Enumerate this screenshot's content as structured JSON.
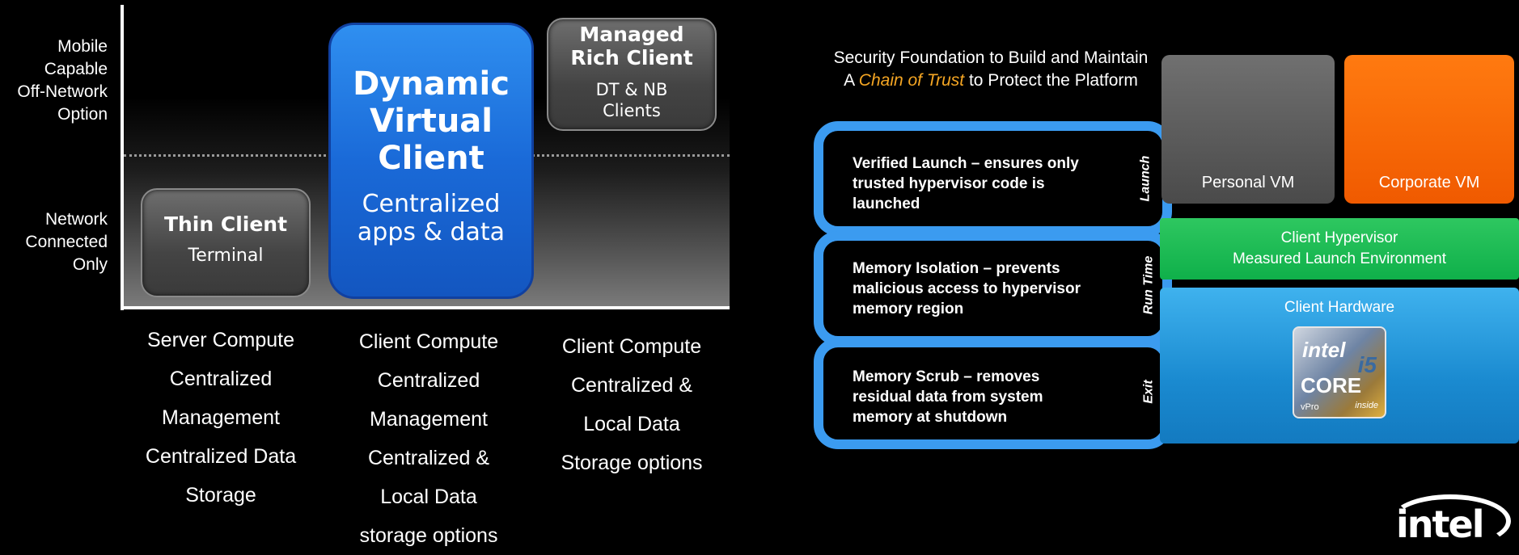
{
  "left": {
    "y_labels": {
      "top": [
        "Mobile",
        "Capable",
        "Off-Network",
        "Option"
      ],
      "bottom": [
        "Network",
        "Connected",
        "Only"
      ]
    },
    "thin_client": {
      "title": "Thin Client",
      "subtitle": "Terminal"
    },
    "dynamic_client": {
      "title": [
        "Dynamic",
        "Virtual",
        "Client"
      ],
      "subtitle": [
        "Centralized",
        "apps & data"
      ]
    },
    "managed_client": {
      "title": [
        "Managed",
        "Rich Client"
      ],
      "subtitle": [
        "DT & NB",
        "Clients"
      ]
    },
    "columns": [
      {
        "lines": [
          "Server Compute",
          "Centralized",
          "Management",
          "Centralized Data",
          "Storage"
        ]
      },
      {
        "lines": [
          "Client Compute",
          "Centralized",
          "Management",
          "Centralized &",
          "Local Data",
          "storage options"
        ]
      },
      {
        "lines": [
          "Client Compute",
          "Centralized &",
          "Local Data",
          "Storage options"
        ]
      }
    ]
  },
  "right": {
    "title_before": "Security Foundation to Build and Maintain A ",
    "title_em": "Chain of Trust",
    "title_after": " to Protect the Platform",
    "cards": [
      {
        "text": "Verified Launch – ensures only trusted hypervisor code is launched",
        "side": "Launch"
      },
      {
        "text": "Memory Isolation – prevents malicious access to hypervisor memory region",
        "side": "Run Time"
      },
      {
        "text": "Memory Scrub –  removes residual data from system memory at shutdown",
        "side": "Exit"
      }
    ],
    "personal_vm": "Personal VM",
    "corporate_vm": "Corporate VM",
    "hypervisor": [
      "Client Hypervisor",
      "Measured Launch Environment"
    ],
    "hardware": "Client Hardware",
    "badge": {
      "brand": "intel",
      "product": "CORE",
      "model": "i5",
      "tag1": "vPro",
      "tag2": "inside"
    },
    "logo": "intel"
  },
  "colors": {
    "blue_box": "#1a6ad8",
    "card_border": "#3b9bf0",
    "corporate_vm": "#ff6a00",
    "hypervisor": "#18b850",
    "hardware": "#2a9ee0",
    "chain_of_trust": "#f5a623"
  }
}
